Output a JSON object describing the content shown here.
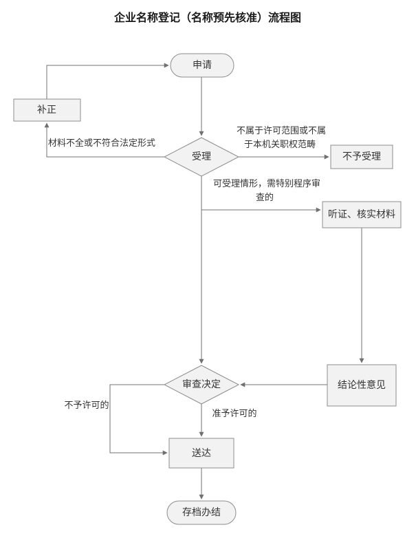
{
  "title": "企业名称登记（名称预先核准）流程图",
  "nodes": {
    "apply": "申请",
    "correction": "补正",
    "acceptance": "受理",
    "not_accepted": "不予受理",
    "hearing": "听证、核实材料",
    "conclusion": "结论性意见",
    "decision": "审查决定",
    "delivery": "送达",
    "archive": "存档办结"
  },
  "edge_labels": {
    "incomplete": "材料不全或不符合法定形式",
    "out_of_scope_1": "不属于许可范围或不属",
    "out_of_scope_2": "于本机关职权范畴",
    "special_1": "可受理情形，需特别程序审",
    "special_2": "查的",
    "not_permitted": "不予许可的",
    "permitted": "准予许可的"
  },
  "colors": {
    "node_fill": "#f2f2f2",
    "node_border": "#8c8c8c",
    "line": "#707070",
    "text": "#333333",
    "title_text": "#1a1a1a",
    "background": "#ffffff"
  }
}
